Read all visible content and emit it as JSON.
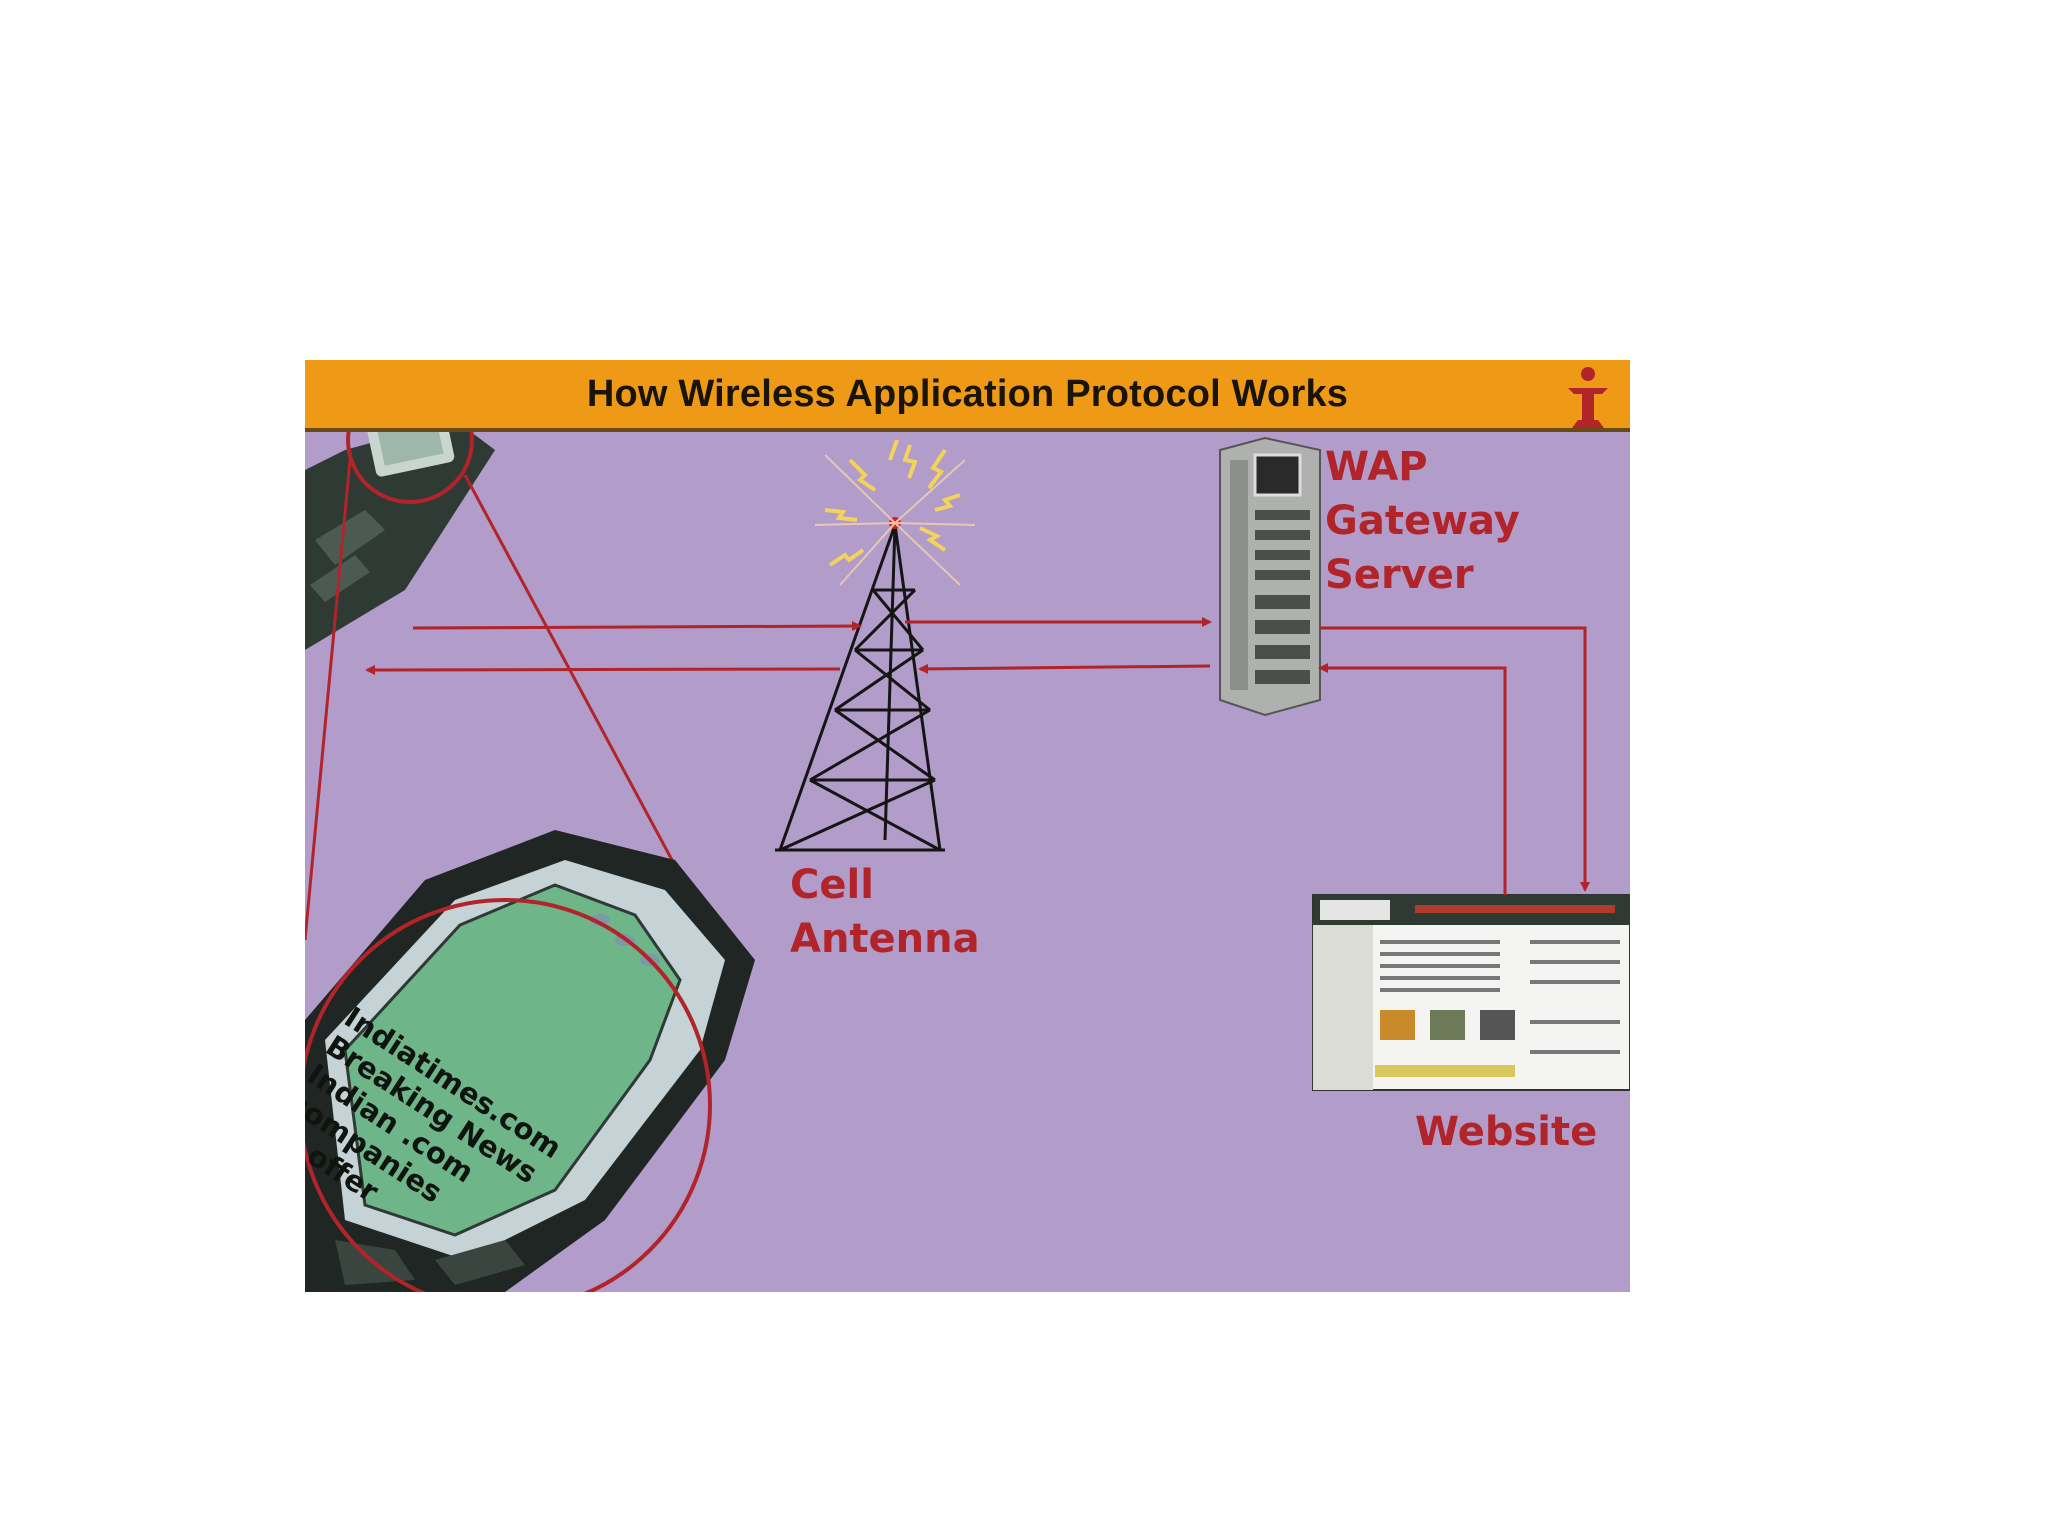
{
  "figure": {
    "title": "How Wireless Application Protocol Works",
    "colors": {
      "background": "#b29cc9",
      "title_bar": "#ee9a16",
      "arrow": "#b1242a",
      "label": "#b1242a",
      "phone_screen": "#6fb58a"
    },
    "icons": [
      "logo-icon",
      "mobile-phone-icon",
      "cell-tower-icon",
      "server-icon",
      "website-screenshot-icon"
    ]
  },
  "nodes": {
    "gateway": {
      "lines": [
        "WAP",
        "Gateway",
        "Server"
      ]
    },
    "antenna": {
      "lines": [
        "Cell",
        "Antenna"
      ]
    },
    "website": {
      "lines": [
        "Website"
      ]
    }
  },
  "phone_screen": {
    "lines": [
      "Indiatimes.com",
      "Breaking News",
      "Indian .com",
      "companies",
      "to offer"
    ]
  }
}
